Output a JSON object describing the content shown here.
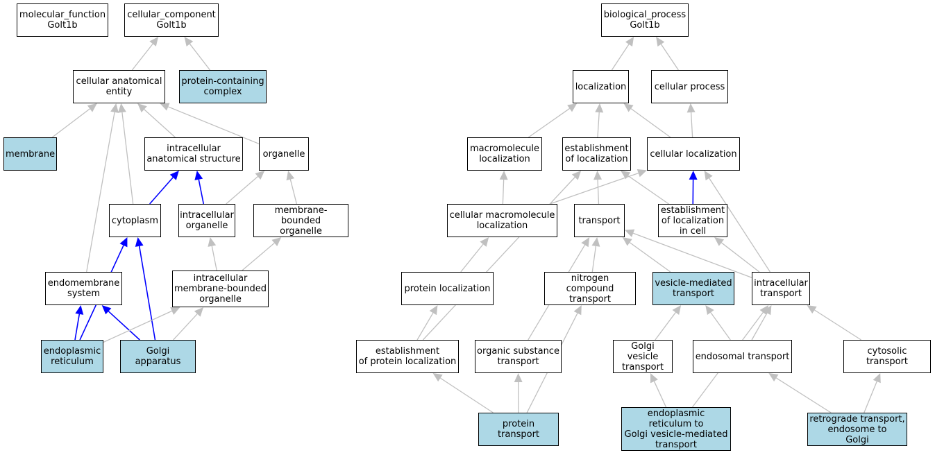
{
  "colors": {
    "highlight": "#add8e6",
    "node_fill": "#ffffff",
    "edge_default": "#c0c0c0",
    "edge_part_of": "#0000ff",
    "border": "#000000"
  },
  "nodes": [
    {
      "id": "mf",
      "label": "molecular_function\nGolt1b",
      "highlight": false
    },
    {
      "id": "cc",
      "label": "cellular_component\nGolt1b",
      "highlight": false
    },
    {
      "id": "cae",
      "label": "cellular anatomical\nentity",
      "highlight": false
    },
    {
      "id": "pcc",
      "label": "protein-containing\ncomplex",
      "highlight": true
    },
    {
      "id": "mem",
      "label": "membrane",
      "highlight": true
    },
    {
      "id": "ias",
      "label": "intracellular\nanatomical structure",
      "highlight": false
    },
    {
      "id": "org",
      "label": "organelle",
      "highlight": false
    },
    {
      "id": "cyt",
      "label": "cytoplasm",
      "highlight": false
    },
    {
      "id": "io",
      "label": "intracellular\norganelle",
      "highlight": false
    },
    {
      "id": "mbo",
      "label": "membrane-bounded\norganelle",
      "highlight": false
    },
    {
      "id": "ends",
      "label": "endomembrane\nsystem",
      "highlight": false
    },
    {
      "id": "imbo",
      "label": "intracellular\nmembrane-bounded\norganelle",
      "highlight": false
    },
    {
      "id": "er",
      "label": "endoplasmic\nreticulum",
      "highlight": true
    },
    {
      "id": "ga",
      "label": "Golgi apparatus",
      "highlight": true
    },
    {
      "id": "bp",
      "label": "biological_process\nGolt1b",
      "highlight": false
    },
    {
      "id": "loc",
      "label": "localization",
      "highlight": false
    },
    {
      "id": "cp",
      "label": "cellular process",
      "highlight": false
    },
    {
      "id": "ml",
      "label": "macromolecule\nlocalization",
      "highlight": false
    },
    {
      "id": "eol",
      "label": "establishment\nof localization",
      "highlight": false
    },
    {
      "id": "cl",
      "label": "cellular localization",
      "highlight": false
    },
    {
      "id": "cml",
      "label": "cellular macromolecule\nlocalization",
      "highlight": false
    },
    {
      "id": "tr",
      "label": "transport",
      "highlight": false
    },
    {
      "id": "elc",
      "label": "establishment\nof localization\nin cell",
      "highlight": false
    },
    {
      "id": "pl",
      "label": "protein localization",
      "highlight": false
    },
    {
      "id": "nct",
      "label": "nitrogen compound\ntransport",
      "highlight": false
    },
    {
      "id": "vmt",
      "label": "vesicle-mediated\ntransport",
      "highlight": true
    },
    {
      "id": "it",
      "label": "intracellular\ntransport",
      "highlight": false
    },
    {
      "id": "epl",
      "label": "establishment\nof protein localization",
      "highlight": false
    },
    {
      "id": "ost",
      "label": "organic substance\ntransport",
      "highlight": false
    },
    {
      "id": "gvt",
      "label": "Golgi vesicle\ntransport",
      "highlight": false
    },
    {
      "id": "et",
      "label": "endosomal transport",
      "highlight": false
    },
    {
      "id": "ct",
      "label": "cytosolic transport",
      "highlight": false
    },
    {
      "id": "pt",
      "label": "protein transport",
      "highlight": true
    },
    {
      "id": "ergvt",
      "label": "endoplasmic\nreticulum to\nGolgi vesicle-mediated\ntransport",
      "highlight": true
    },
    {
      "id": "rt",
      "label": "retrograde transport,\nendosome to\nGolgi",
      "highlight": true
    }
  ],
  "edges": [
    {
      "from": "cae",
      "to": "cc",
      "type": "is_a"
    },
    {
      "from": "pcc",
      "to": "cc",
      "type": "is_a"
    },
    {
      "from": "mem",
      "to": "cae",
      "type": "is_a"
    },
    {
      "from": "ias",
      "to": "cae",
      "type": "is_a"
    },
    {
      "from": "org",
      "to": "cae",
      "type": "is_a"
    },
    {
      "from": "cyt",
      "to": "cae",
      "type": "is_a"
    },
    {
      "from": "ends",
      "to": "cae",
      "type": "is_a"
    },
    {
      "from": "cyt",
      "to": "ias",
      "type": "part_of"
    },
    {
      "from": "io",
      "to": "ias",
      "type": "part_of"
    },
    {
      "from": "io",
      "to": "org",
      "type": "is_a"
    },
    {
      "from": "mbo",
      "to": "org",
      "type": "is_a"
    },
    {
      "from": "imbo",
      "to": "io",
      "type": "is_a"
    },
    {
      "from": "imbo",
      "to": "mbo",
      "type": "is_a"
    },
    {
      "from": "er",
      "to": "cyt",
      "type": "part_of"
    },
    {
      "from": "ga",
      "to": "cyt",
      "type": "part_of"
    },
    {
      "from": "er",
      "to": "ends",
      "type": "part_of"
    },
    {
      "from": "ga",
      "to": "ends",
      "type": "part_of"
    },
    {
      "from": "er",
      "to": "imbo",
      "type": "is_a"
    },
    {
      "from": "ga",
      "to": "imbo",
      "type": "is_a"
    },
    {
      "from": "loc",
      "to": "bp",
      "type": "is_a"
    },
    {
      "from": "cp",
      "to": "bp",
      "type": "is_a"
    },
    {
      "from": "ml",
      "to": "loc",
      "type": "is_a"
    },
    {
      "from": "eol",
      "to": "loc",
      "type": "is_a"
    },
    {
      "from": "cl",
      "to": "loc",
      "type": "is_a"
    },
    {
      "from": "cl",
      "to": "cp",
      "type": "is_a"
    },
    {
      "from": "cml",
      "to": "ml",
      "type": "is_a"
    },
    {
      "from": "cml",
      "to": "cl",
      "type": "is_a"
    },
    {
      "from": "tr",
      "to": "eol",
      "type": "is_a"
    },
    {
      "from": "elc",
      "to": "eol",
      "type": "is_a"
    },
    {
      "from": "elc",
      "to": "cl",
      "type": "part_of"
    },
    {
      "from": "epl",
      "to": "eol",
      "type": "is_a"
    },
    {
      "from": "pl",
      "to": "cml",
      "type": "is_a"
    },
    {
      "from": "it",
      "to": "elc",
      "type": "is_a"
    },
    {
      "from": "it",
      "to": "cl",
      "type": "is_a"
    },
    {
      "from": "it",
      "to": "tr",
      "type": "is_a"
    },
    {
      "from": "nct",
      "to": "tr",
      "type": "is_a"
    },
    {
      "from": "vmt",
      "to": "tr",
      "type": "is_a"
    },
    {
      "from": "ost",
      "to": "tr",
      "type": "is_a"
    },
    {
      "from": "epl",
      "to": "pl",
      "type": "is_a"
    },
    {
      "from": "gvt",
      "to": "vmt",
      "type": "is_a"
    },
    {
      "from": "et",
      "to": "vmt",
      "type": "is_a"
    },
    {
      "from": "et",
      "to": "it",
      "type": "is_a"
    },
    {
      "from": "ct",
      "to": "it",
      "type": "is_a"
    },
    {
      "from": "pt",
      "to": "epl",
      "type": "is_a"
    },
    {
      "from": "pt",
      "to": "ost",
      "type": "is_a"
    },
    {
      "from": "pt",
      "to": "nct",
      "type": "is_a"
    },
    {
      "from": "ergvt",
      "to": "gvt",
      "type": "is_a"
    },
    {
      "from": "ergvt",
      "to": "it",
      "type": "is_a"
    },
    {
      "from": "rt",
      "to": "et",
      "type": "is_a"
    },
    {
      "from": "rt",
      "to": "ct",
      "type": "is_a"
    }
  ]
}
